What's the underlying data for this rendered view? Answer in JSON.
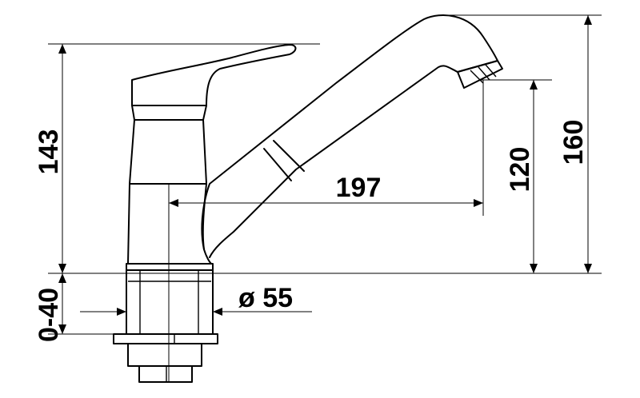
{
  "dimensions": {
    "height_lever": "143",
    "height_outlet": "120",
    "height_total": "160",
    "reach": "197",
    "diameter": "ø 55",
    "counter_thickness": "0-40"
  },
  "colors": {
    "line": "#000000",
    "background": "#ffffff"
  }
}
